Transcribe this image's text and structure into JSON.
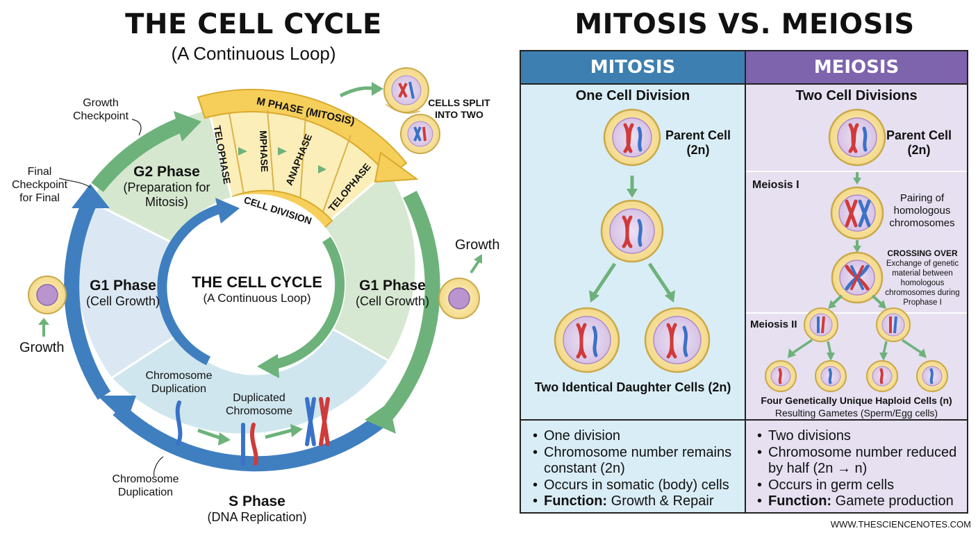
{
  "cycle": {
    "title": "THE CELL CYCLE",
    "subtitle": "(A Continuous Loop)",
    "inner_title": "THE CELL CYCLE",
    "inner_subtitle": "(A Continuous Loop)",
    "m_phase_label": "M PHASE (MITOSIS)",
    "cell_division_label": "CELL DIVISION",
    "m_stages": [
      "TELOPHASE",
      "MPHASE",
      "ANAPHASE",
      "TELOPHASE"
    ],
    "cells_split": "CELLS SPLIT\nINTO TWO",
    "growth_checkpoint": "Growth\nCheckpoint",
    "final_checkpoint": "Final\nCheckpoint\nfor Final",
    "g2": {
      "title": "G2 Phase",
      "sub": "(Preparation for\nMitosis)"
    },
    "g1_left": {
      "title": "G1 Phase",
      "sub": "(Cell Growth)"
    },
    "g1_right": {
      "title": "G1 Phase",
      "sub": "(Cell Growth)"
    },
    "s_phase": {
      "title": "S Phase",
      "sub": "(DNA Replication)"
    },
    "growth_left": "Growth",
    "growth_right": "Growth",
    "chromosome_duplication_top": "Chromosome\nDuplication",
    "duplicated_chromosome": "Duplicated\nChromosome",
    "chromosome_duplication_bottom": "Chromosome\nDuplication"
  },
  "comparison": {
    "title": "MITOSIS VS. MEIOSIS",
    "mitosis": {
      "header": "MITOSIS",
      "subheader": "One Cell Division",
      "parent_cell": "Parent Cell\n(2n)",
      "result": "Two Identical Daughter Cells (2n)",
      "bullets": [
        {
          "bold": "",
          "text": "One division"
        },
        {
          "bold": "",
          "text": "Chromosome number remains\nconstant (2n)"
        },
        {
          "bold": "",
          "text": "Occurs in somatic (body) cells"
        },
        {
          "bold": "Function:",
          "text": " Growth & Repair"
        }
      ]
    },
    "meiosis": {
      "header": "MEIOSIS",
      "subheader": "Two Cell Divisions",
      "parent_cell": "Parent Cell\n(2n)",
      "meiosis1": "Meiosis I",
      "pairing": "Pairing of\nhomologous\nchromosomes",
      "crossing_title": "CROSSING OVER",
      "crossing_desc": "Exchange of genetic\nmaterial between\nhomologous\nchromosomes during\nProphase I",
      "meiosis2": "Meiosis II",
      "result": "Four Genetically Unique Haploid Cells (n)",
      "result_sub": "Resulting Gametes (Sperm/Egg cells)",
      "bullets": [
        {
          "bold": "",
          "text": "Two divisions"
        },
        {
          "bold": "",
          "text": "Chromosome number reduced\nby half (2n → n)"
        },
        {
          "bold": "",
          "text": "Occurs in germ cells"
        },
        {
          "bold": "Function:",
          "text": " Gamete production"
        }
      ]
    }
  },
  "footer": "WWW.THESCIENCENOTES.COM",
  "colors": {
    "mitosis_header": "#3d7fb0",
    "meiosis_header": "#7e63ad",
    "mitosis_bg": "#d9edf6",
    "meiosis_bg": "#e6e0f1",
    "green_arrow": "#6db27a",
    "blue_arrow": "#3f7fc0",
    "yellow_band": "#f6cf5a",
    "cell_fill": "#f8e7a8",
    "chrom_red": "#d03a3a",
    "chrom_blue": "#3a72c8"
  }
}
